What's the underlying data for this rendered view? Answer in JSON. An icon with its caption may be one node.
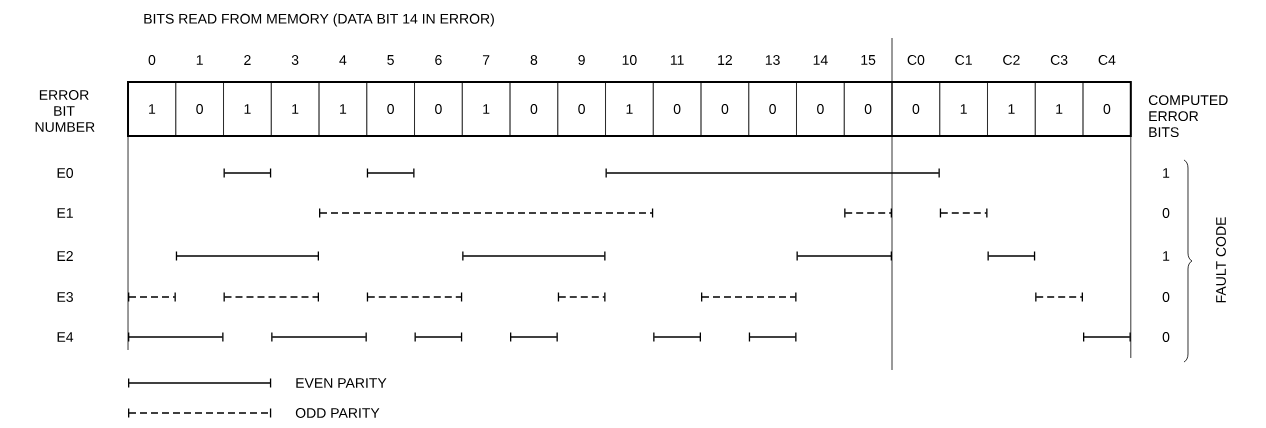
{
  "diagram": {
    "title": "BITS READ FROM MEMORY (DATA BIT 14 IN ERROR)",
    "labels": [
      "0",
      "1",
      "2",
      "3",
      "4",
      "5",
      "6",
      "7",
      "8",
      "9",
      "10",
      "11",
      "12",
      "13",
      "14",
      "15",
      "C0",
      "C1",
      "C2",
      "C3",
      "C4",
      "ERROR BIT NUMBER",
      "1",
      "0",
      "1",
      "1",
      "1",
      "0",
      "0",
      "1",
      "0",
      "0",
      "1",
      "0",
      "0",
      "0",
      "0",
      "0",
      "0",
      "1",
      "1",
      "1",
      "0",
      "COMPUTED ERROR BITS",
      "E0",
      "1",
      "E1",
      "0",
      "E2",
      "1",
      "E3",
      "0",
      "E4",
      "0",
      "FAULT CODE"
    ],
    "legend": [
      {
        "text": "EVEN PARITY"
      },
      {
        "text": "ODD PARITY"
      }
    ]
  }
}
